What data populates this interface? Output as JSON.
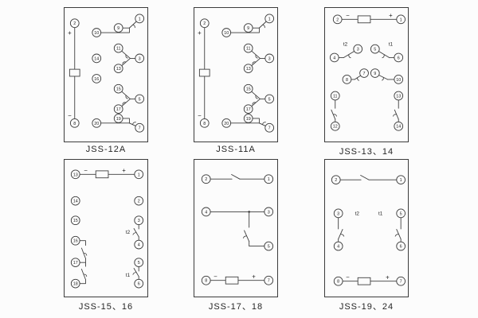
{
  "panels": [
    {
      "caption": "JSS-12A",
      "polarity": {
        "plus": "+",
        "minus": "−"
      },
      "terminals": [
        "2",
        "10",
        "9",
        "1",
        "11",
        "13",
        "3",
        "14",
        "16",
        "15",
        "17",
        "5",
        "20",
        "19",
        "7",
        "8"
      ]
    },
    {
      "caption": "JSS-11A",
      "polarity": {
        "plus": "+",
        "minus": "−"
      },
      "terminals": [
        "2",
        "10",
        "9",
        "1",
        "11",
        "13",
        "3",
        "15",
        "17",
        "5",
        "20",
        "19",
        "7",
        "8"
      ]
    },
    {
      "caption": "JSS-13、14",
      "polarity": {
        "plus": "+",
        "minus": "−"
      },
      "time_labels": {
        "t1": "t1",
        "t2": "t2"
      },
      "terminals": [
        "2",
        "1",
        "4",
        "3",
        "5",
        "6",
        "8",
        "7",
        "9",
        "10",
        "11",
        "12",
        "13",
        "14"
      ]
    },
    {
      "caption": "JSS-15、16",
      "polarity": {
        "plus": "+",
        "minus": "−"
      },
      "time_labels": {
        "t1": "t1",
        "t2": "t2"
      },
      "terminals": [
        "13",
        "1",
        "14",
        "15",
        "16",
        "17",
        "18",
        "2",
        "3",
        "4",
        "5",
        "6"
      ]
    },
    {
      "caption": "JSS-17、18",
      "polarity": {
        "plus": "+",
        "minus": "−"
      },
      "terminals": [
        "2",
        "1",
        "4",
        "3",
        "5",
        "8",
        "7"
      ]
    },
    {
      "caption": "JSS-19、24",
      "polarity": {
        "plus": "+",
        "minus": "−"
      },
      "time_labels": {
        "t1": "t1",
        "t2": "t2"
      },
      "terminals": [
        "2",
        "1",
        "3",
        "4",
        "5",
        "6",
        "8",
        "7"
      ]
    }
  ]
}
